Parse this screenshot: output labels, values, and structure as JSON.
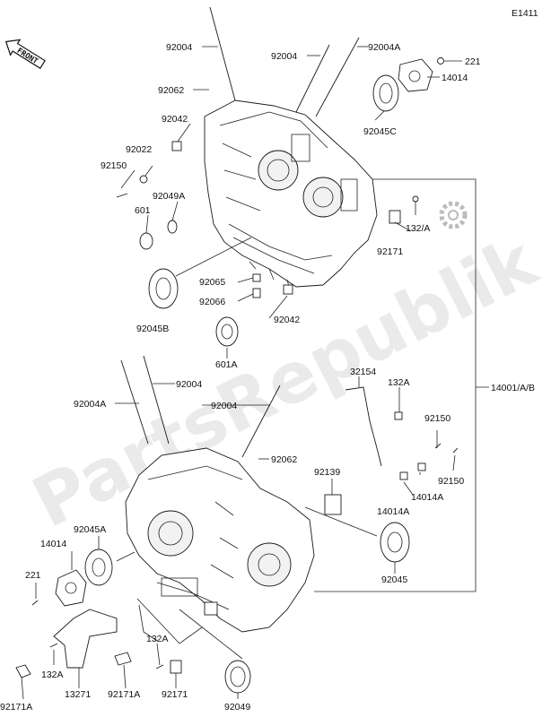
{
  "diagram_code": "E1411",
  "watermark": "PartsRepublik",
  "front_label": "FRONT",
  "colors": {
    "line": "#222222",
    "watermark": "#d9d9d9",
    "background": "#ffffff"
  },
  "labels": {
    "l92004_top": "92004",
    "l92004_mid": "92004",
    "l92004A_top": "92004A",
    "l221_top": "221",
    "l14014_top": "14014",
    "l92062_top": "92062",
    "l92042_top": "92042",
    "l92045C": "92045C",
    "l92022": "92022",
    "l92150_left": "92150",
    "l92049A": "92049A",
    "l601": "601",
    "l132A_right": "132/A",
    "l92171_right": "92171",
    "l92065": "92065",
    "l92066": "92066",
    "l92042_mid": "92042",
    "l92045B": "92045B",
    "l601A": "601A",
    "l32154": "32154",
    "l132A_mid": "132A",
    "l14001": "14001/A/B",
    "l92004A_low": "92004A",
    "l92004_low1": "92004",
    "l92004_low2": "92004",
    "l92150_r1": "92150",
    "l92150_r2": "92150",
    "l92062_low": "92062",
    "l92139": "92139",
    "l14014A_1": "14014A",
    "l14014A_2": "14014A",
    "l92045A": "92045A",
    "l14014_low": "14014",
    "l221_low": "221",
    "l92045_low": "92045",
    "l132A_low1": "132A",
    "l132A_low2": "132A",
    "l13271": "13271",
    "l92171A_1": "92171A",
    "l92171A_2": "92171A",
    "l92171_low": "92171",
    "l92049": "92049"
  },
  "icons": [
    "front-arrow-icon",
    "gear-icon"
  ]
}
